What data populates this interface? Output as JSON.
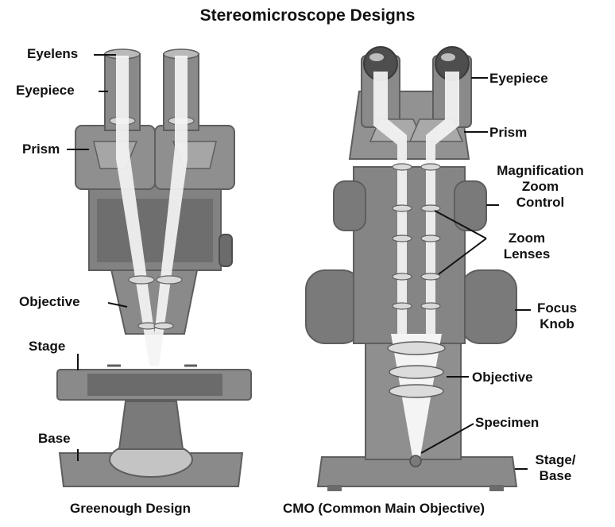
{
  "title": "Stereomicroscope Designs",
  "greenough": {
    "caption": "Greenough Design",
    "labels": {
      "eyelens": "Eyelens",
      "eyepiece": "Eyepiece",
      "prism": "Prism",
      "objective": "Objective",
      "stage": "Stage",
      "base": "Base"
    }
  },
  "cmo": {
    "caption": "CMO (Common Main Objective)",
    "labels": {
      "eyepiece": "Eyepiece",
      "prism": "Prism",
      "magnification_1": "Magnification",
      "magnification_2": "Zoom",
      "magnification_3": "Control",
      "zoom_lenses_1": "Zoom",
      "zoom_lenses_2": "Lenses",
      "focus_knob_1": "Focus",
      "focus_knob_2": "Knob",
      "objective": "Objective",
      "specimen": "Specimen",
      "stage_base_1": "Stage/",
      "stage_base_2": "Base"
    }
  },
  "colors": {
    "body_gray": "#8a8a8a",
    "dark_gray": "#5e5e5e",
    "light_gray": "#b9b9b9",
    "light_path": "#f4f4f4",
    "label_text": "#111111",
    "background": "#ffffff"
  }
}
